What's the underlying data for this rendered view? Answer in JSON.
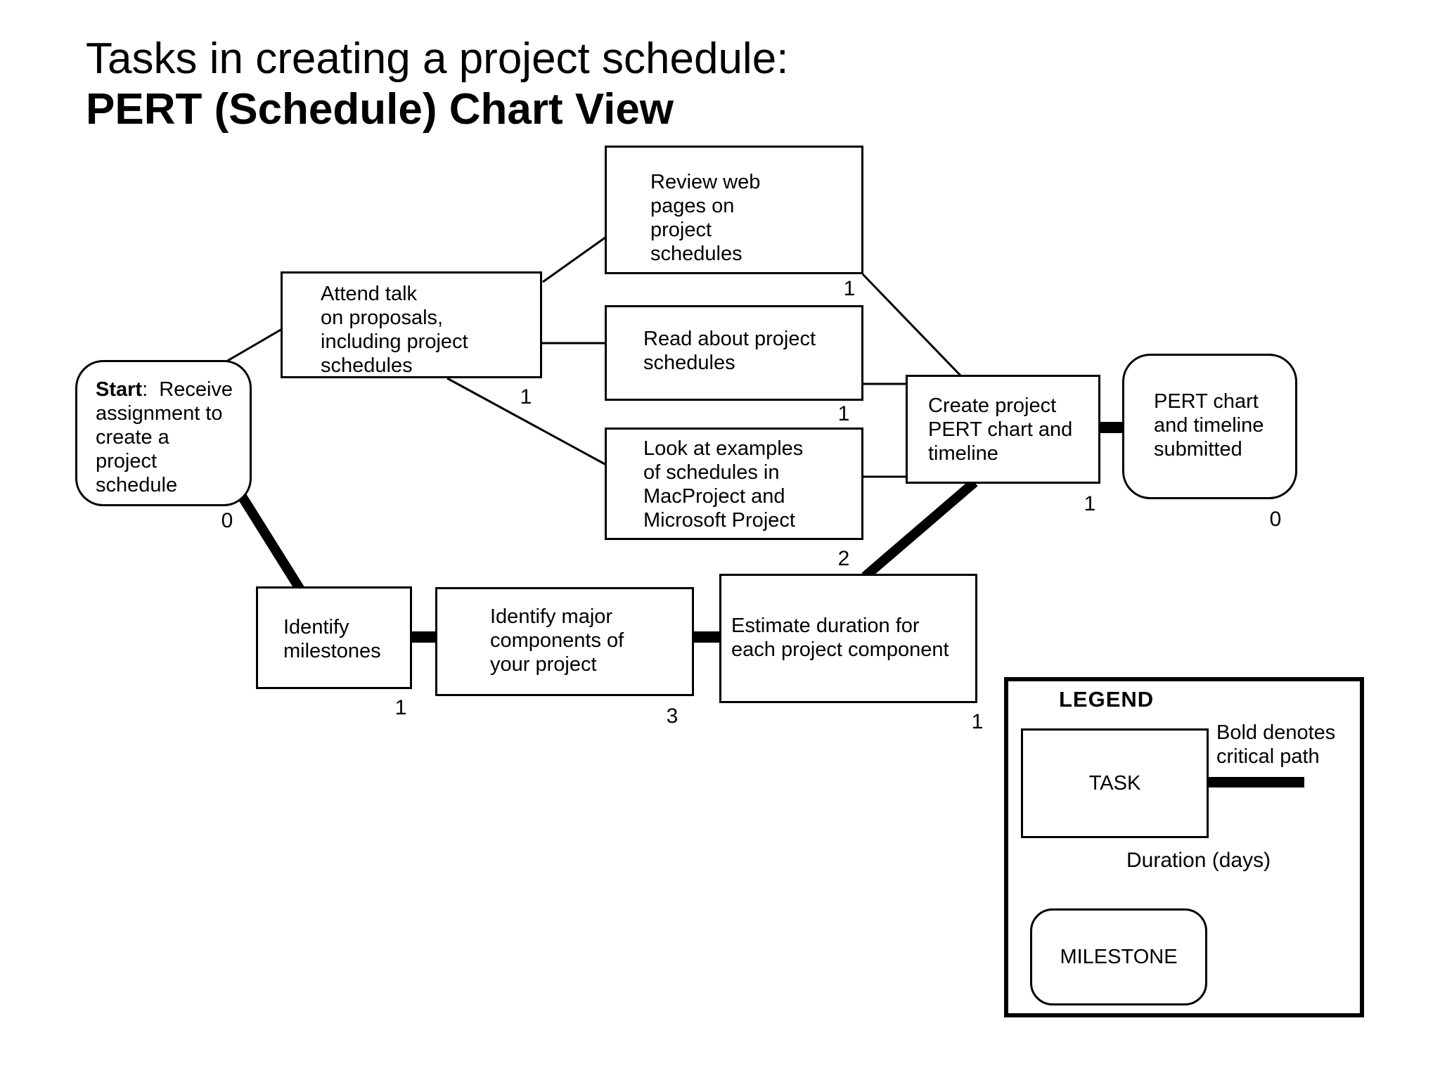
{
  "title": {
    "line1": "Tasks in creating a project schedule:",
    "line2": "PERT (Schedule) Chart View"
  },
  "nodes": {
    "start": {
      "type": "milestone",
      "line1_bold": "Start",
      "line1_rest": ":  Receive",
      "lines": [
        "assignment to",
        "create a",
        "project",
        "schedule"
      ],
      "duration": "0"
    },
    "attend": {
      "type": "task",
      "lines": [
        "Attend talk",
        "on proposals,",
        "including project",
        "schedules"
      ],
      "duration": "1"
    },
    "review": {
      "type": "task",
      "lines": [
        "Review web",
        "pages on",
        "project",
        "schedules"
      ],
      "duration": "1"
    },
    "read": {
      "type": "task",
      "lines": [
        "Read about project",
        "schedules"
      ],
      "duration": "1"
    },
    "look": {
      "type": "task",
      "lines": [
        "Look at examples",
        "of schedules in",
        "MacProject and",
        "Microsoft Project"
      ],
      "duration": "2"
    },
    "create": {
      "type": "task",
      "lines": [
        "Create project",
        "PERT chart and",
        "timeline"
      ],
      "duration": "1"
    },
    "submitted": {
      "type": "milestone",
      "lines": [
        "PERT chart",
        "and timeline",
        "submitted"
      ],
      "duration": "0"
    },
    "milestones": {
      "type": "task",
      "lines": [
        "Identify",
        "milestones"
      ],
      "duration": "1"
    },
    "components": {
      "type": "task",
      "lines": [
        "Identify major",
        "components of",
        "your project"
      ],
      "duration": "3"
    },
    "estimate": {
      "type": "task",
      "lines": [
        "Estimate duration for",
        "each project component"
      ],
      "duration": "1"
    }
  },
  "legend": {
    "title": "LEGEND",
    "task_label": "TASK",
    "critical_note_line1": "Bold denotes",
    "critical_note_line2": "critical path",
    "duration_label": "Duration (days)",
    "milestone_label": "MILESTONE"
  },
  "colors": {
    "ink": "#000000",
    "background": "#ffffff"
  }
}
